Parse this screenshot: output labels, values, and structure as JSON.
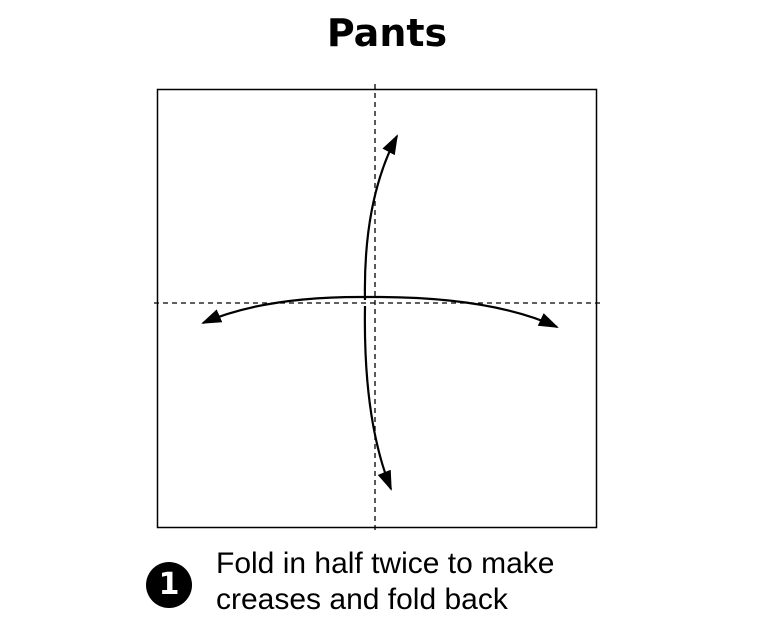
{
  "title": "Pants",
  "step": {
    "number": "1",
    "instruction_lines": [
      "Fold in half twice to make",
      "creases and fold back"
    ]
  },
  "diagram": {
    "paper_color": "#ffffff",
    "line_color": "#000000",
    "crease_lines": [
      "vertical-center",
      "horizontal-center"
    ],
    "arrows": [
      "up",
      "down",
      "left",
      "right"
    ]
  }
}
